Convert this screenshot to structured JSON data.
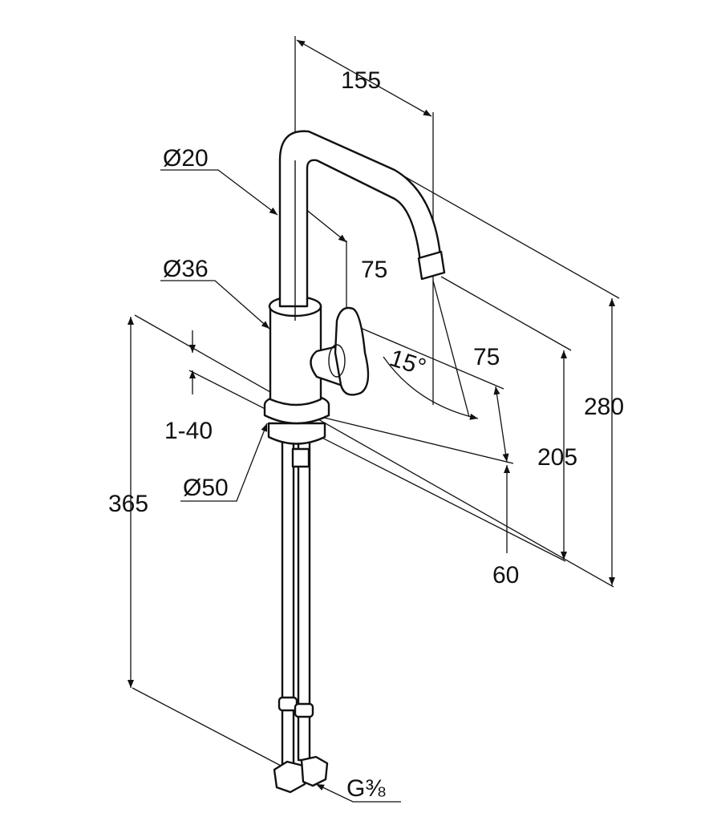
{
  "drawing": {
    "title": "Faucet dimension drawing",
    "dimensions": {
      "spout_reach": "155",
      "spout_diameter": "Ø20",
      "spout_offset": "75",
      "body_diameter": "Ø36",
      "lever_angle": "15°",
      "lever_offset": "75",
      "mount_thickness": "1-40",
      "overall_height": "280",
      "outlet_height": "205",
      "base_diameter": "Ø50",
      "hose_length": "365",
      "base_height": "60",
      "connection_thread": "G⅜"
    }
  }
}
